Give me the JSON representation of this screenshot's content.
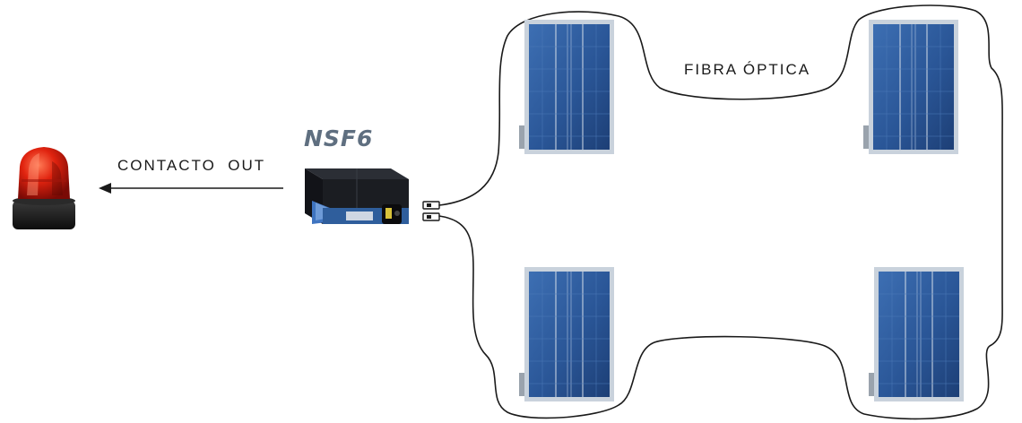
{
  "labels": {
    "device": "NSF6",
    "contact": "CONTACTO  OUT",
    "fiber": "FIBRA ÓPTICA"
  },
  "icons": {
    "alarm": "red-beacon-light-icon",
    "device": "nsf6-sensor-unit-icon",
    "connector": "fiber-connector-icon",
    "panel": "solar-panel-icon"
  },
  "colors": {
    "cable": "#1a1a1a",
    "panel_cell": "#2f5e9c",
    "panel_frame": "#c9d2dc",
    "beacon_red": "#d91e12",
    "device_body": "#1b1d22",
    "device_accent": "#3f74c0"
  }
}
